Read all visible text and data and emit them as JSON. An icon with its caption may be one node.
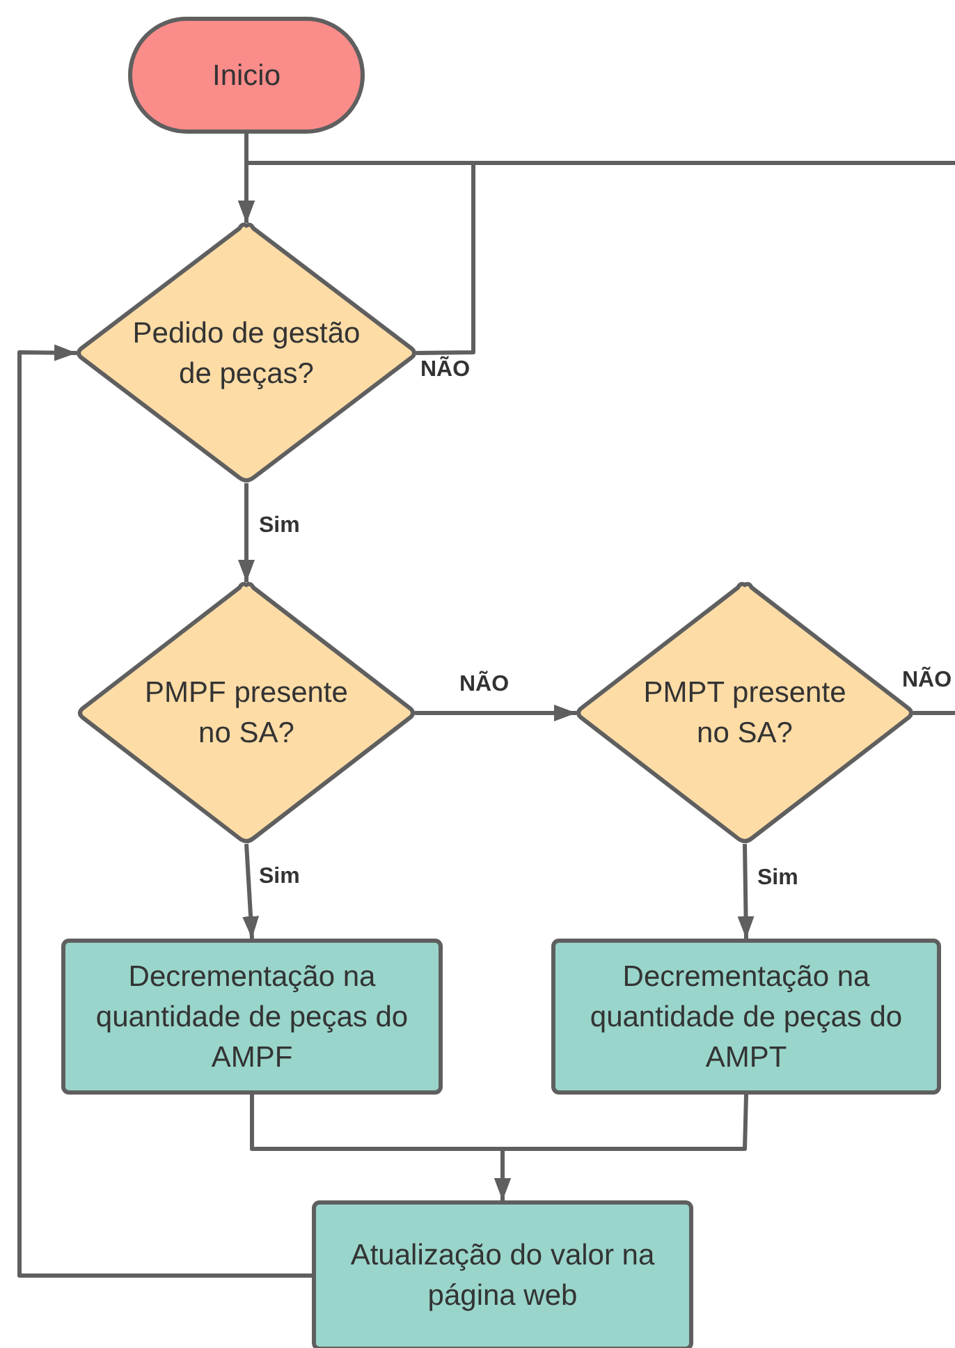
{
  "diagram": {
    "nodes": [
      {
        "text": [
          "Inicio"
        ]
      },
      {
        "text": [
          "Pedido de gestão de peças?"
        ]
      },
      {
        "text": [
          "PMPF presente no SA?"
        ]
      },
      {
        "text": [
          "PMPT presente no SA?"
        ]
      },
      {
        "text": [
          "Decrementação na quantidade de peças do AMPF"
        ]
      },
      {
        "text": [
          "Decrementação na quantidade de peças do AMPT"
        ]
      },
      {
        "text": [
          "Atualização do valor na página web"
        ]
      }
    ],
    "edges": [
      {
        "from": 0,
        "to": 1,
        "arrow": "to"
      },
      {
        "from": 1,
        "to": 1,
        "arrow": "to",
        "label": "NÃO"
      },
      {
        "from": null,
        "to": 1,
        "arrow": "to"
      },
      {
        "from": 1,
        "to": 2,
        "arrow": "to",
        "label": "Sim"
      },
      {
        "from": 2,
        "to": 3,
        "arrow": "to",
        "label": "NÃO"
      },
      {
        "from": 3,
        "to": null,
        "arrow": "none",
        "label": "NÃO"
      },
      {
        "from": 2,
        "to": 4,
        "arrow": "to",
        "label": "Sim"
      },
      {
        "from": 3,
        "to": 5,
        "arrow": "to",
        "label": "Sim"
      },
      {
        "from": 4,
        "to": 6,
        "arrow": "to"
      },
      {
        "from": 5,
        "to": 6,
        "arrow": "to"
      },
      {
        "from": 6,
        "to": 1,
        "arrow": "to"
      }
    ]
  }
}
